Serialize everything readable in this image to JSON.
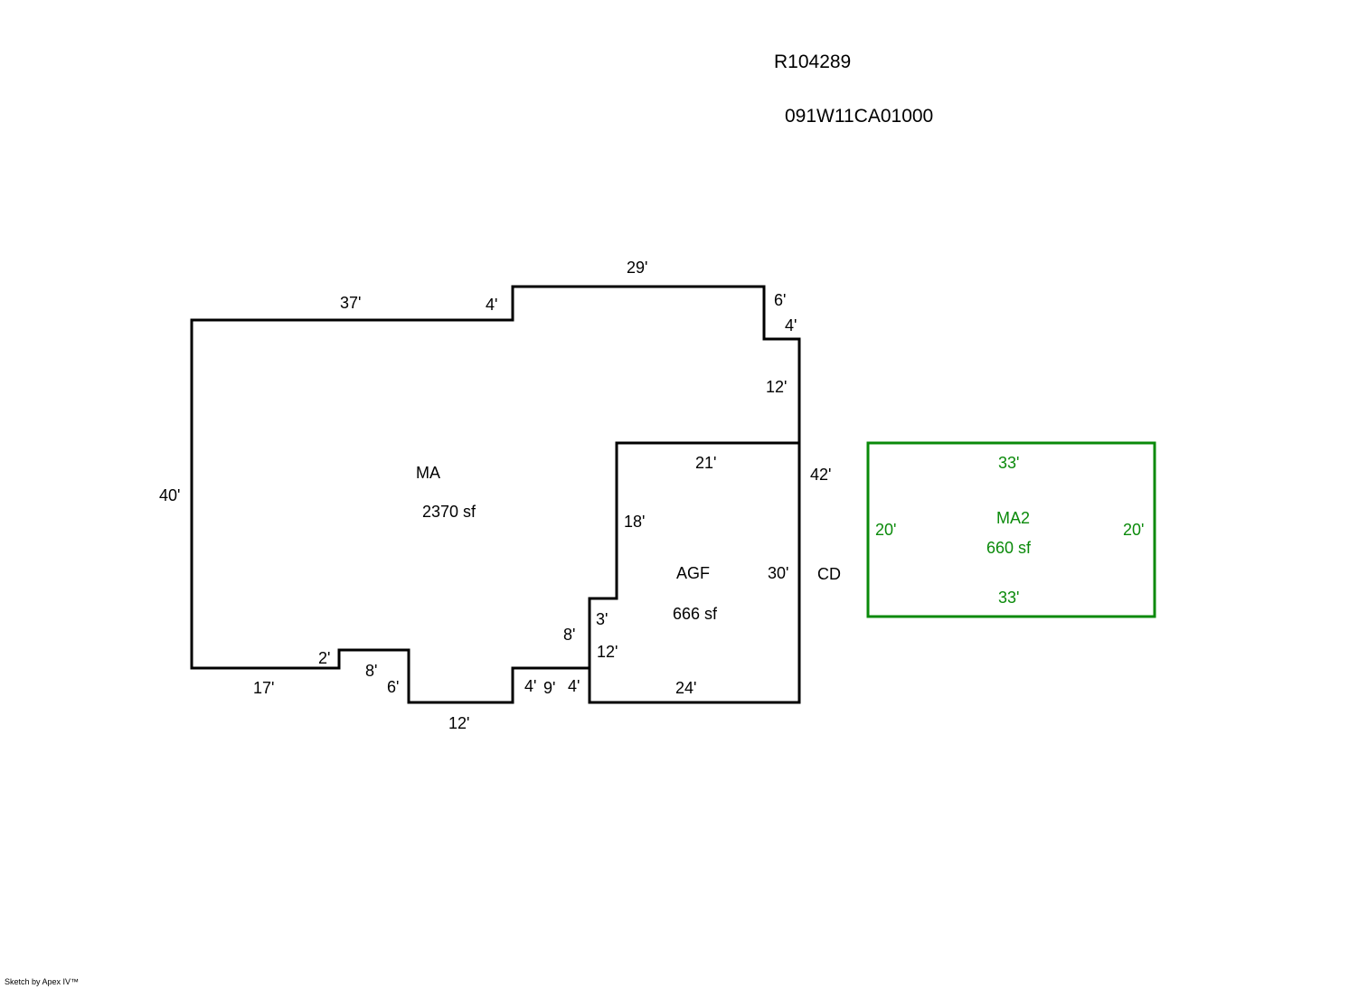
{
  "header": {
    "parcel_id": "R104289",
    "map_number": "091W11CA01000"
  },
  "credit": "Sketch by Apex IV™",
  "colors": {
    "outline": "#000000",
    "secondary_building": "#0a8a0a",
    "background": "#ffffff"
  },
  "areas": {
    "ma": {
      "name": "MA",
      "area": "2370 sf"
    },
    "agf": {
      "name": "AGF",
      "area": "666 sf"
    },
    "cd": {
      "name": "CD"
    },
    "ma2": {
      "name": "MA2",
      "area": "660 sf"
    }
  },
  "dimensions": {
    "ma_top_left": "37'",
    "ma_step_up": "4'",
    "ma_top": "29'",
    "ma_step_right": "6'",
    "ma_jog": "4'",
    "ma_right_upper": "12'",
    "ma_left": "40'",
    "ma_right_total": "42'",
    "ma_bottom_left": "17'",
    "ma_bump_up": "2'",
    "ma_bump_top": "8'",
    "ma_bump_down": "6'",
    "ma_bottom_mid": "12'",
    "ma_step_down": "4'",
    "ma_bottom_short": "9'",
    "ma_step_final": "4'",
    "ma_inner_8": "8'",
    "agf_top": "21'",
    "agf_left": "18'",
    "agf_right": "30'",
    "agf_jog": "3'",
    "agf_left_lower": "12'",
    "agf_bottom": "24'",
    "ma2_top": "33'",
    "ma2_bottom": "33'",
    "ma2_left": "20'",
    "ma2_right": "20'"
  }
}
